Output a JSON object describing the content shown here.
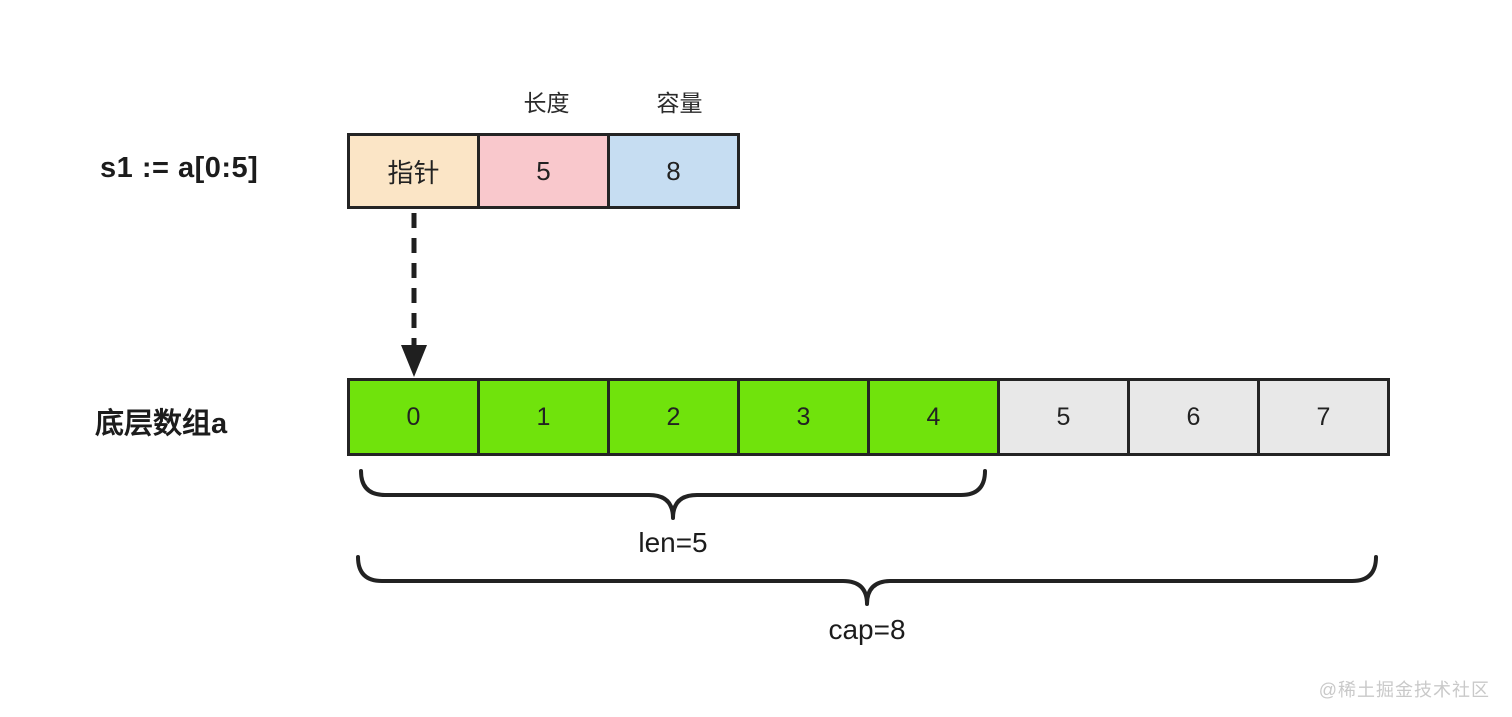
{
  "diagram": {
    "slice_expression": "s1 := a[0:5]",
    "header": {
      "length_label": "长度",
      "capacity_label": "容量",
      "fields": [
        {
          "name": "pointer",
          "label": "指针",
          "color": "#FBE5C6"
        },
        {
          "name": "length",
          "label": "5",
          "color": "#F9C8CC"
        },
        {
          "name": "capacity",
          "label": "8",
          "color": "#C6DDF2"
        }
      ]
    },
    "array_label": "底层数组a",
    "array": {
      "cells": [
        {
          "value": "0",
          "color": "#70E30C"
        },
        {
          "value": "1",
          "color": "#70E30C"
        },
        {
          "value": "2",
          "color": "#70E30C"
        },
        {
          "value": "3",
          "color": "#70E30C"
        },
        {
          "value": "4",
          "color": "#70E30C"
        },
        {
          "value": "5",
          "color": "#E8E8E8"
        },
        {
          "value": "6",
          "color": "#E8E8E8"
        },
        {
          "value": "7",
          "color": "#E8E8E8"
        }
      ]
    },
    "len_annotation": "len=5",
    "cap_annotation": "cap=8",
    "watermark": "@稀土掘金技术社区"
  },
  "colors": {
    "border": "#242424",
    "text": "#222222",
    "arrow": "#1f1f1f",
    "brace": "#222222",
    "watermark": "#C9C9C9",
    "background": "#FFFFFF"
  }
}
